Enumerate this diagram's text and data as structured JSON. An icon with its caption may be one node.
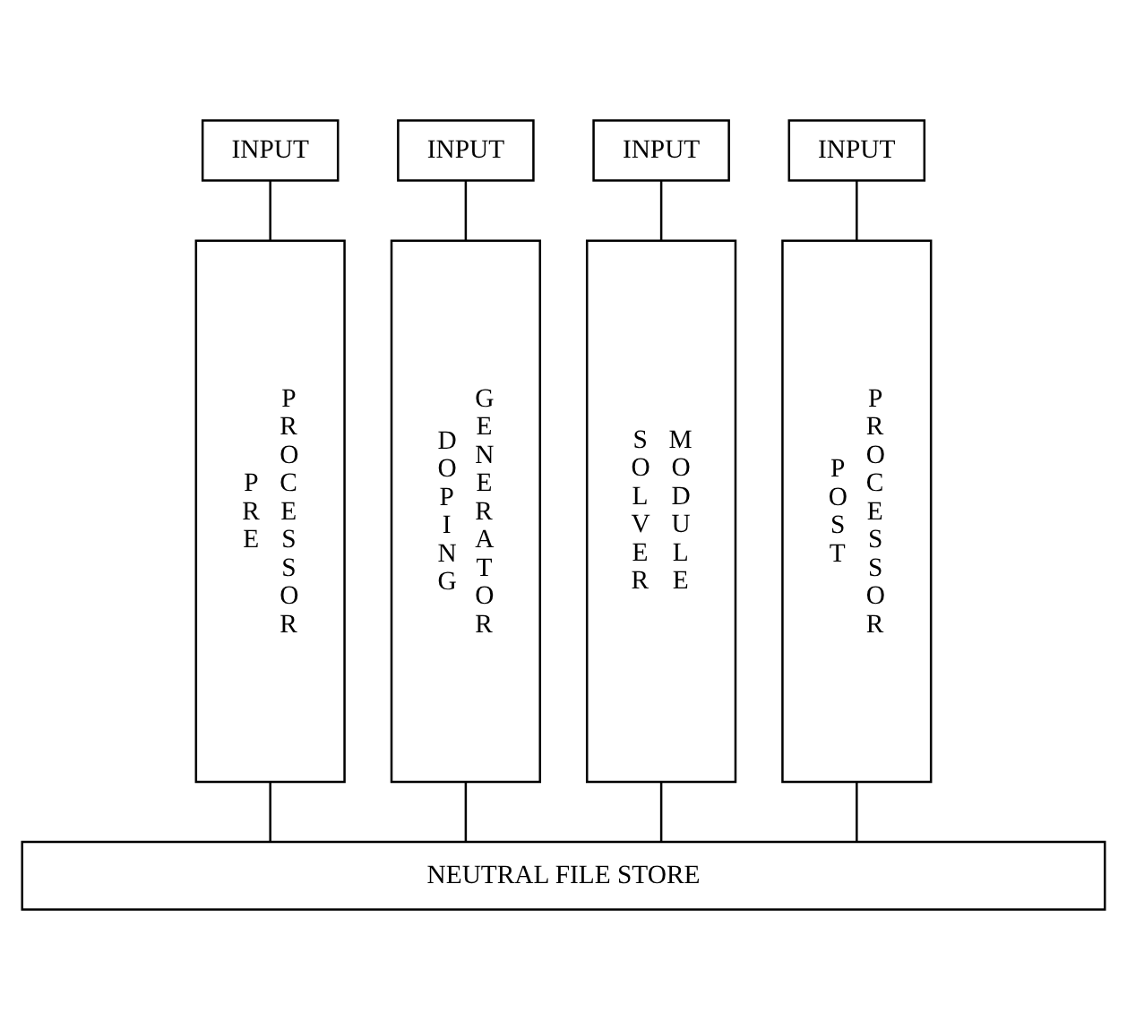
{
  "diagram": {
    "nodes": [
      {
        "text": [
          "INPUT"
        ]
      },
      {
        "text": [
          "INPUT"
        ]
      },
      {
        "text": [
          "INPUT"
        ]
      },
      {
        "text": [
          "INPUT"
        ]
      },
      {
        "text": [
          "P R E",
          "P R O C E S S O R"
        ]
      },
      {
        "text": [
          "D O P I N G",
          "G E N E R A T O R"
        ]
      },
      {
        "text": [
          "S O L V E R",
          "M O D U L E"
        ]
      },
      {
        "text": [
          "P O S T",
          "P R O C E S S O R"
        ]
      },
      {
        "text": [
          "NEUTRAL FILE STORE"
        ]
      }
    ],
    "edges": [
      {
        "from": 0,
        "to": 4,
        "arrow": "none"
      },
      {
        "from": 1,
        "to": 5,
        "arrow": "none"
      },
      {
        "from": 2,
        "to": 6,
        "arrow": "none"
      },
      {
        "from": 3,
        "to": 7,
        "arrow": "none"
      },
      {
        "from": 4,
        "to": 8,
        "arrow": "none"
      },
      {
        "from": 5,
        "to": 8,
        "arrow": "none"
      },
      {
        "from": 6,
        "to": 8,
        "arrow": "none"
      },
      {
        "from": 7,
        "to": 8,
        "arrow": "none"
      }
    ]
  }
}
